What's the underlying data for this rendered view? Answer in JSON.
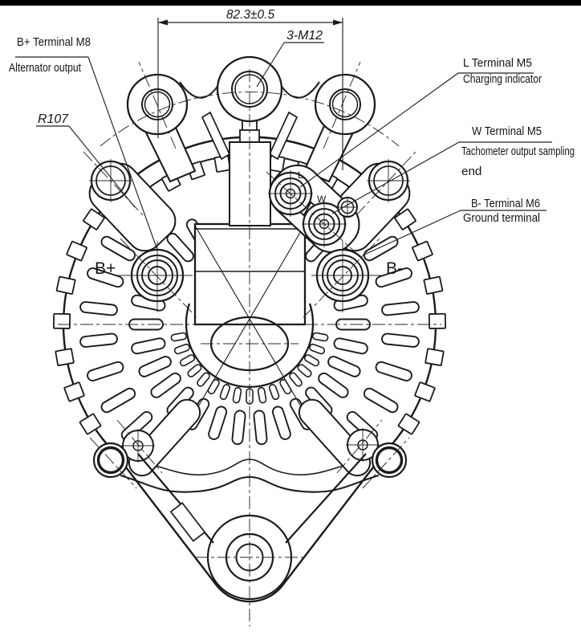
{
  "drawing": {
    "dim_width": "82.3±0.5",
    "thread_callout": "3-M12",
    "fillet_radius": "R107",
    "callouts": {
      "b_plus": {
        "title": "B+ Terminal M8",
        "desc": "Alternator output"
      },
      "l_terminal": {
        "title": "L Terminal M5",
        "desc": "Charging indicator"
      },
      "w_terminal": {
        "title": "W Terminal M5",
        "desc_line1": "Tachometer output sampling",
        "desc_line2": "end"
      },
      "b_minus": {
        "title": "B- Terminal M6",
        "desc": "Ground terminal"
      }
    },
    "terminal_marks": {
      "b_plus": "B+",
      "b_minus": "B-",
      "l": "L",
      "w": "W"
    },
    "colors": {
      "ink": "#1b1b1b",
      "background": "#ffffff",
      "top_bar": "#000000"
    }
  }
}
